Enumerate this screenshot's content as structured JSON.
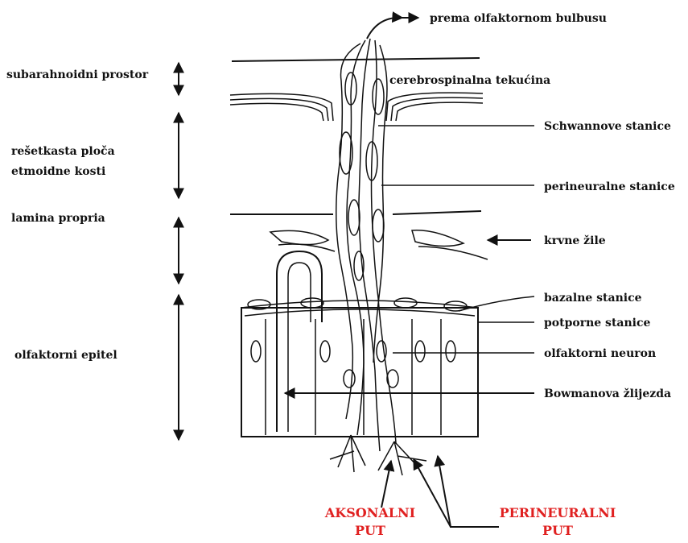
{
  "colors": {
    "line": "#111111",
    "route": "#e02020"
  },
  "labels": {
    "bulb": "prema olfaktornom bulbusu",
    "csf": "cerebrospinalna tekućina",
    "schwann": "Schwannove stanice",
    "perineural_cells": "perineuralne stanice",
    "vessels": "krvne žile",
    "basal": "bazalne stanice",
    "supporting": "potporne stanice",
    "neuron": "olfaktorni neuron",
    "bowman": "Bowmanova žlijezda"
  },
  "regions": {
    "subarachnoid": "subarahnoidni prostor",
    "cribriform_1": "rešetkasta ploča",
    "cribriform_2": "etmoidne kosti",
    "lamina": "lamina propria",
    "epithelium": "olfaktorni epitel"
  },
  "routes": {
    "axonal_1": "AKSONALNI",
    "axonal_2": "PUT",
    "perineural_1": "PERINEURALNI",
    "perineural_2": "PUT"
  }
}
